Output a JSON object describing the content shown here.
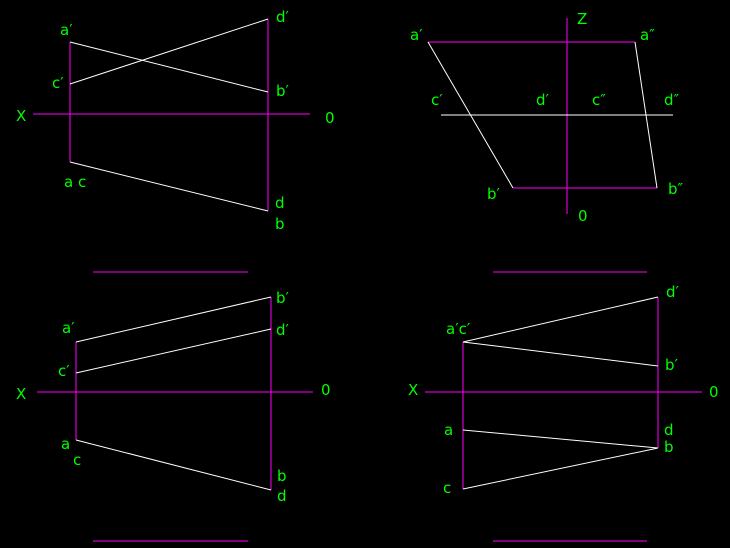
{
  "colors": {
    "background": "#000000",
    "construction": "#ff00ff",
    "projection": "#ffffff",
    "label": "#00ff00"
  },
  "panels": [
    {
      "id": "top-left",
      "labels": {
        "X": "X",
        "O": "0",
        "a_prime": "a′",
        "c_prime": "c′",
        "d_prime": "d′",
        "b_prime": "b′",
        "ac": "a c",
        "d": "d",
        "b": "b"
      }
    },
    {
      "id": "top-right",
      "labels": {
        "Z": "Z",
        "O": "0",
        "a_prime": "a′",
        "a_dprime": "a″",
        "c_prime": "c′",
        "d_prime": "d′",
        "c_dprime": "c″",
        "d_dprime": "d″",
        "b_prime": "b′",
        "b_dprime": "b″"
      }
    },
    {
      "id": "bottom-left",
      "labels": {
        "X": "X",
        "O": "0",
        "a_prime": "a′",
        "c_prime": "c′",
        "b_prime": "b′",
        "d_prime": "d′",
        "a": "a",
        "c": "c",
        "b": "b",
        "d": "d"
      }
    },
    {
      "id": "bottom-right",
      "labels": {
        "X": "X",
        "O": "0",
        "ac_prime": "a′c′",
        "d_prime": "d′",
        "b_prime": "b′",
        "a": "a",
        "c": "c",
        "d": "d",
        "b": "b"
      }
    }
  ]
}
